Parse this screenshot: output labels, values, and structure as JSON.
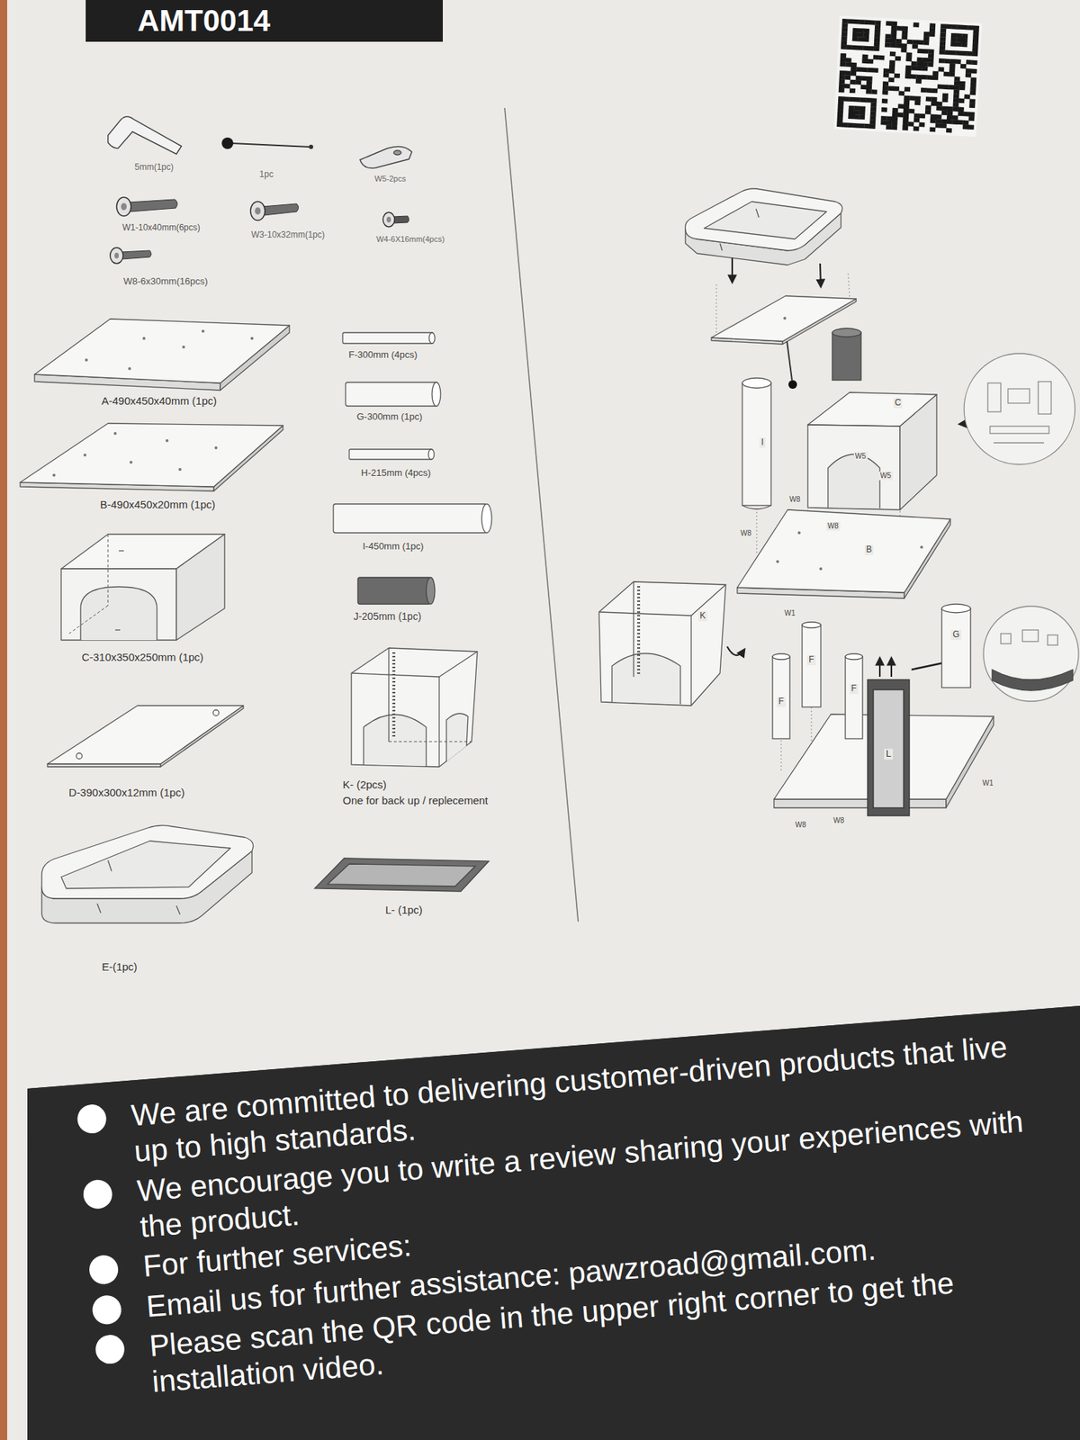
{
  "diagram": {
    "title": "AMT0014",
    "nodes": [
      {
        "text": [
          "We are committed to delivering customer-driven products that live up to high standards.",
          "We encourage you to write a review sharing your experiences with the product.",
          "For further services:",
          "Email us for further assistance: pawzroad@gmail.com.",
          "Please scan the QR code in the upper right corner to get the installation video."
        ]
      }
    ],
    "labels": [
      "5mm(1pc)",
      "1pc",
      "W5-2pcs",
      "W1-10x40mm(6pcs)",
      "W3-10x32mm(1pc)",
      "W4-6X16mm(4pcs)",
      "W8-6x30mm(16pcs)",
      "A-490x450x40mm (1pc)",
      "F-300mm (4pcs)",
      "B-490x450x20mm (1pc)",
      "G-300mm (1pc)",
      "H-215mm (4pcs)",
      "C-310x350x250mm (1pc)",
      "I-450mm (1pc)",
      "J-205mm (1pc)",
      "D-390x300x12mm (1pc)",
      "K- (2pcs)",
      "One for back up / replecement",
      "L- (1pc)",
      "E-(1pc)",
      "I",
      "C",
      "B",
      "K",
      "F",
      "F",
      "F",
      "L",
      "G",
      "W8",
      "W8",
      "W8",
      "W5",
      "W5",
      "W1",
      "W8",
      "W8",
      "W1"
    ]
  }
}
